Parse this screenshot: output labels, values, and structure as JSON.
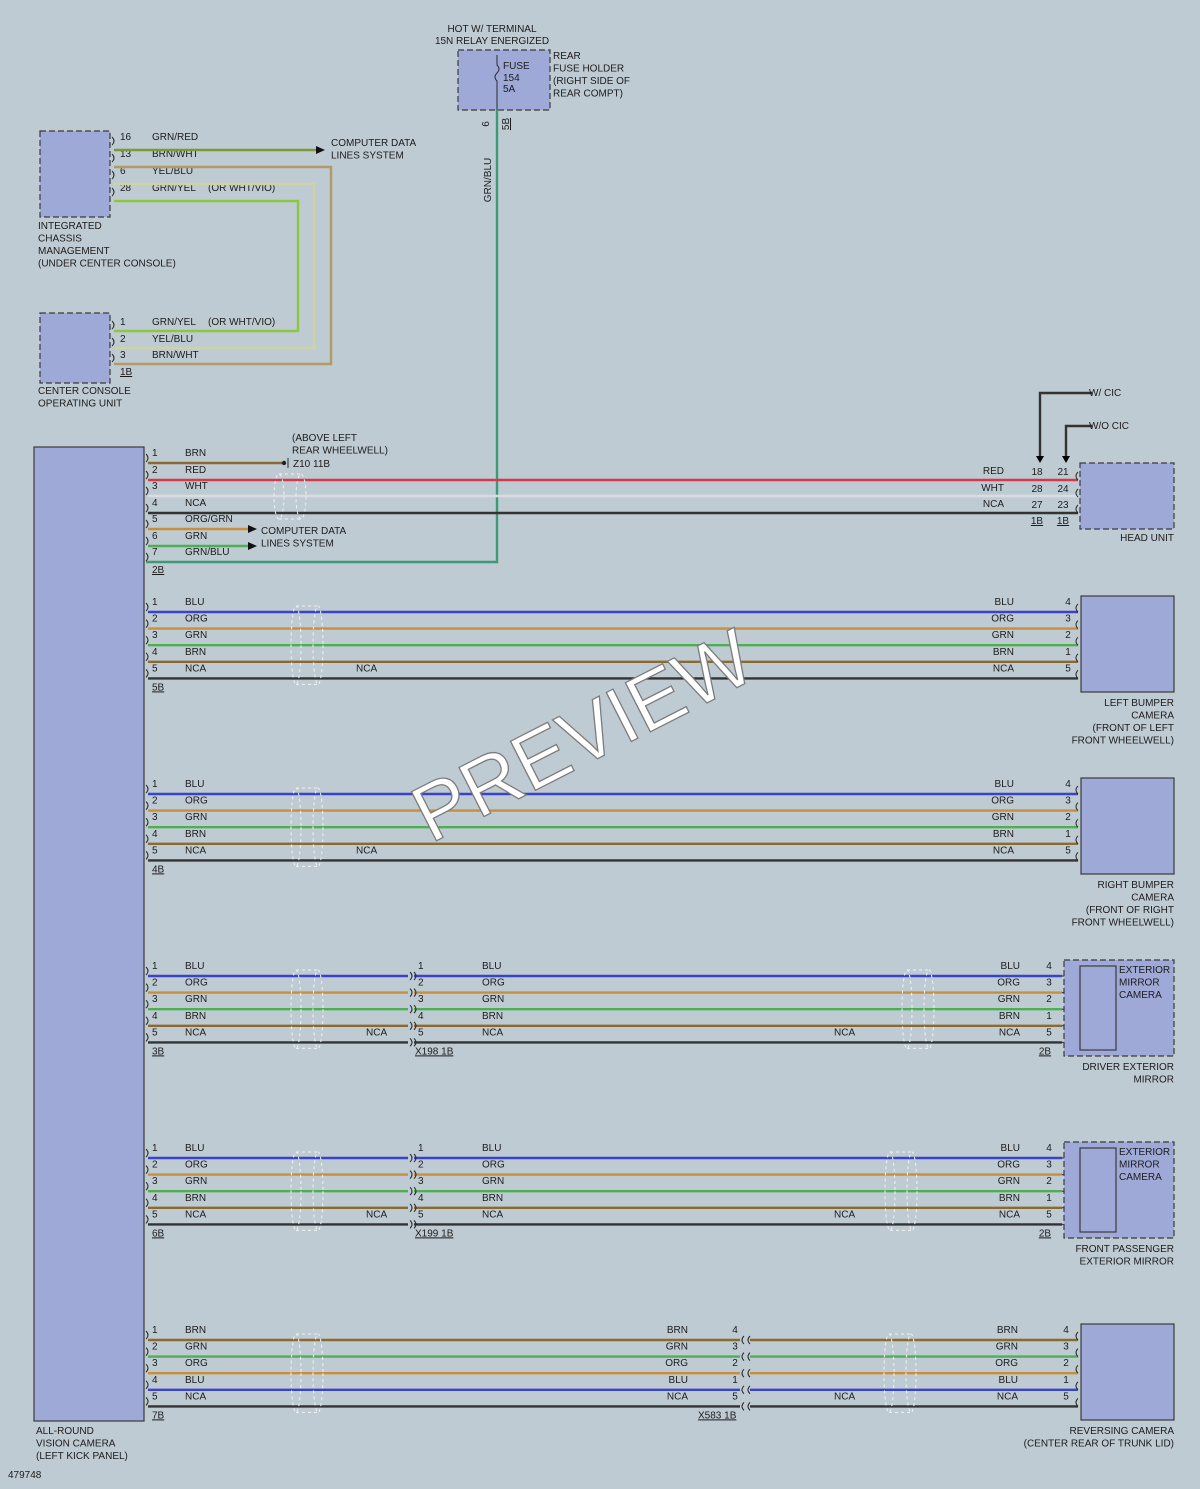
{
  "hot_label": [
    "HOT W/ TERMINAL",
    "15N RELAY ENERGIZED"
  ],
  "fuse": {
    "name": "FUSE",
    "number": "154",
    "rating": "5A",
    "pins": [
      "6",
      "5B"
    ],
    "holder": [
      "REAR",
      "FUSE HOLDER",
      "(RIGHT SIDE OF",
      "REAR COMPT)"
    ],
    "wire": "GRN/BLU"
  },
  "icm": {
    "label": [
      "INTEGRATED",
      "CHASSIS",
      "MANAGEMENT",
      "(UNDER CENTER CONSOLE)"
    ],
    "pins": [
      {
        "pin": "16",
        "color": "GRN/RED"
      },
      {
        "pin": "13",
        "color": "BRN/WHT"
      },
      {
        "pin": "6",
        "color": "YEL/BLU"
      },
      {
        "pin": "28",
        "color": "GRN/YEL",
        "note": "(OR WHT/VIO)"
      }
    ],
    "dest": [
      "COMPUTER DATA",
      "LINES SYSTEM"
    ]
  },
  "ccu": {
    "label": [
      "CENTER CONSOLE",
      "OPERATING UNIT"
    ],
    "pins": [
      {
        "pin": "1",
        "color": "GRN/YEL",
        "note": "(OR WHT/VIO)"
      },
      {
        "pin": "2",
        "color": "YEL/BLU"
      },
      {
        "pin": "3",
        "color": "BRN/WHT"
      }
    ],
    "connector": "1B"
  },
  "main_module": {
    "label": [
      "ALL-ROUND",
      "VISION CAMERA",
      "(LEFT KICK PANEL)"
    ]
  },
  "group2b": {
    "pins": [
      {
        "pin": "1",
        "color": "BRN"
      },
      {
        "pin": "2",
        "color": "RED"
      },
      {
        "pin": "3",
        "color": "WHT"
      },
      {
        "pin": "4",
        "color": "NCA"
      },
      {
        "pin": "5",
        "color": "ORG/GRN"
      },
      {
        "pin": "6",
        "color": "GRN"
      },
      {
        "pin": "7",
        "color": "GRN/BLU"
      }
    ],
    "connector": "2B",
    "ground": [
      "(ABOVE LEFT",
      "REAR WHEELWELL)",
      "Z10 11B"
    ],
    "cdl": [
      "COMPUTER DATA",
      "LINES SYSTEM"
    ]
  },
  "head_unit": {
    "label": "HEAD UNIT",
    "variants": [
      "W/ CIC",
      "W/O CIC"
    ],
    "rows": [
      {
        "color": "RED",
        "a": "18",
        "b": "21"
      },
      {
        "color": "WHT",
        "a": "28",
        "b": "24"
      },
      {
        "color": "NCA",
        "a": "27",
        "b": "23"
      }
    ],
    "conn_a": "1B",
    "conn_b": "1B"
  },
  "camera_groups": [
    {
      "id": "left-bumper",
      "connector": "5B",
      "left": [
        "BLU",
        "ORG",
        "GRN",
        "BRN",
        "NCA"
      ],
      "right": [
        "BLU",
        "ORG",
        "GRN",
        "BRN",
        "NCA"
      ],
      "right_pins": [
        "4",
        "3",
        "2",
        "1",
        "5"
      ],
      "mid_nca": "NCA",
      "label": [
        "LEFT BUMPER",
        "CAMERA",
        "(FRONT OF LEFT",
        "FRONT WHEELWELL)"
      ]
    },
    {
      "id": "right-bumper",
      "connector": "4B",
      "left": [
        "BLU",
        "ORG",
        "GRN",
        "BRN",
        "NCA"
      ],
      "right": [
        "BLU",
        "ORG",
        "GRN",
        "BRN",
        "NCA"
      ],
      "right_pins": [
        "4",
        "3",
        "2",
        "1",
        "5"
      ],
      "mid_nca": "NCA",
      "label": [
        "RIGHT BUMPER",
        "CAMERA",
        "(FRONT OF RIGHT",
        "FRONT WHEELWELL)"
      ]
    },
    {
      "id": "driver-mirror",
      "connector": "3B",
      "left": [
        "BLU",
        "ORG",
        "GRN",
        "BRN",
        "NCA"
      ],
      "inline": "X198 1B",
      "inline_colors": [
        "BLU",
        "ORG",
        "GRN",
        "BRN",
        "NCA"
      ],
      "mid_nca": "NCA",
      "far_nca": "NCA",
      "right": [
        "BLU",
        "ORG",
        "GRN",
        "BRN",
        "NCA"
      ],
      "right_pins": [
        "4",
        "3",
        "2",
        "1",
        "5"
      ],
      "right_conn": "2B",
      "inner": [
        "EXTERIOR",
        "MIRROR",
        "CAMERA"
      ],
      "label": [
        "DRIVER EXTERIOR",
        "MIRROR"
      ]
    },
    {
      "id": "passenger-mirror",
      "connector": "6B",
      "left": [
        "BLU",
        "ORG",
        "GRN",
        "BRN",
        "NCA"
      ],
      "inline": "X199 1B",
      "inline_colors": [
        "BLU",
        "ORG",
        "GRN",
        "BRN",
        "NCA"
      ],
      "mid_nca": "NCA",
      "far_nca": "NCA",
      "right": [
        "BLU",
        "ORG",
        "GRN",
        "BRN",
        "NCA"
      ],
      "right_pins": [
        "4",
        "3",
        "2",
        "1",
        "5"
      ],
      "right_conn": "2B",
      "inner": [
        "EXTERIOR",
        "MIRROR",
        "CAMERA"
      ],
      "label": [
        "FRONT PASSENGER",
        "EXTERIOR MIRROR"
      ]
    },
    {
      "id": "reversing",
      "connector": "7B",
      "left": [
        "BRN",
        "GRN",
        "ORG",
        "BLU",
        "NCA"
      ],
      "inline": "X583 1B",
      "inline_colors": [
        "BRN",
        "GRN",
        "ORG",
        "BLU",
        "NCA"
      ],
      "inline_pins": [
        "4",
        "3",
        "2",
        "1",
        "5"
      ],
      "far_nca": "NCA",
      "right": [
        "BRN",
        "GRN",
        "ORG",
        "BLU",
        "NCA"
      ],
      "right_pins": [
        "4",
        "3",
        "2",
        "1",
        "5"
      ],
      "label": [
        "REVERSING CAMERA",
        "(CENTER REAR OF TRUNK LID)"
      ]
    }
  ],
  "wire_colors": {
    "BLU": "#3a43c8",
    "ORG": "#c88e3c",
    "GRN": "#4fae54",
    "BRN": "#8a6a30",
    "NCA": "#333333",
    "RED": "#d23a4a",
    "WHT": "#d8dde4",
    "GRN/BLU": "#3e9a76",
    "GRN/YEL": "#8ec63f",
    "YEL/BLU": "#cfd2a2",
    "BRN/WHT": "#b29a66",
    "GRN/RED": "#7a9a3a",
    "ORG/GRN": "#c88e3c"
  },
  "diagram_id": "479748",
  "watermark": "PREVIEW"
}
